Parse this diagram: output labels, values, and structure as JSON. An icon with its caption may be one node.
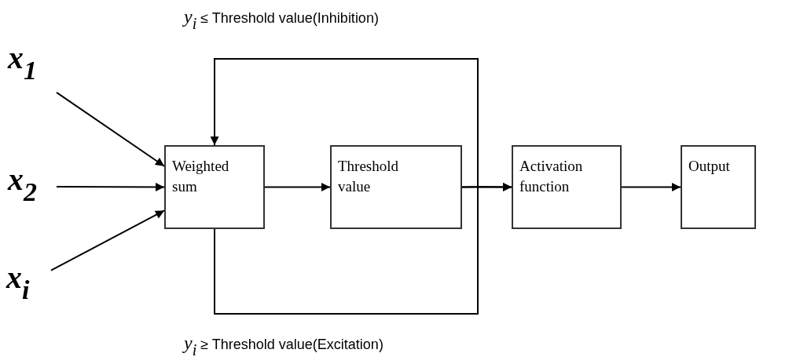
{
  "diagram": {
    "nodes": [
      {
        "text": [
          "*x*$_{1}$"
        ]
      },
      {
        "text": [
          "*x*$_{2}$"
        ]
      },
      {
        "text": [
          "*x*$_{i}$"
        ]
      },
      {
        "text": [
          "Weighted sum"
        ]
      },
      {
        "text": [
          "Threshold value"
        ]
      },
      {
        "text": [
          "Activation function"
        ]
      },
      {
        "text": [
          "Output"
        ]
      }
    ],
    "edges": [
      {
        "from": 0,
        "to": 3,
        "arrow": "to"
      },
      {
        "from": 1,
        "to": 3,
        "arrow": "to"
      },
      {
        "from": 2,
        "to": 3,
        "arrow": "to"
      },
      {
        "from": 3,
        "to": 4,
        "arrow": "to"
      },
      {
        "from": 4,
        "to": 5,
        "arrow": "to"
      },
      {
        "from": 5,
        "to": 6,
        "arrow": "to"
      },
      {
        "from": 4,
        "to": 3,
        "arrow": "to",
        "label": "*y*$_{i}$  ≤  Threshold value(Inhibition)"
      },
      {
        "from": 3,
        "to": 5,
        "arrow": "to",
        "label": "*y*$_{i}$  ≥  Threshold value(Excitation)"
      }
    ]
  }
}
